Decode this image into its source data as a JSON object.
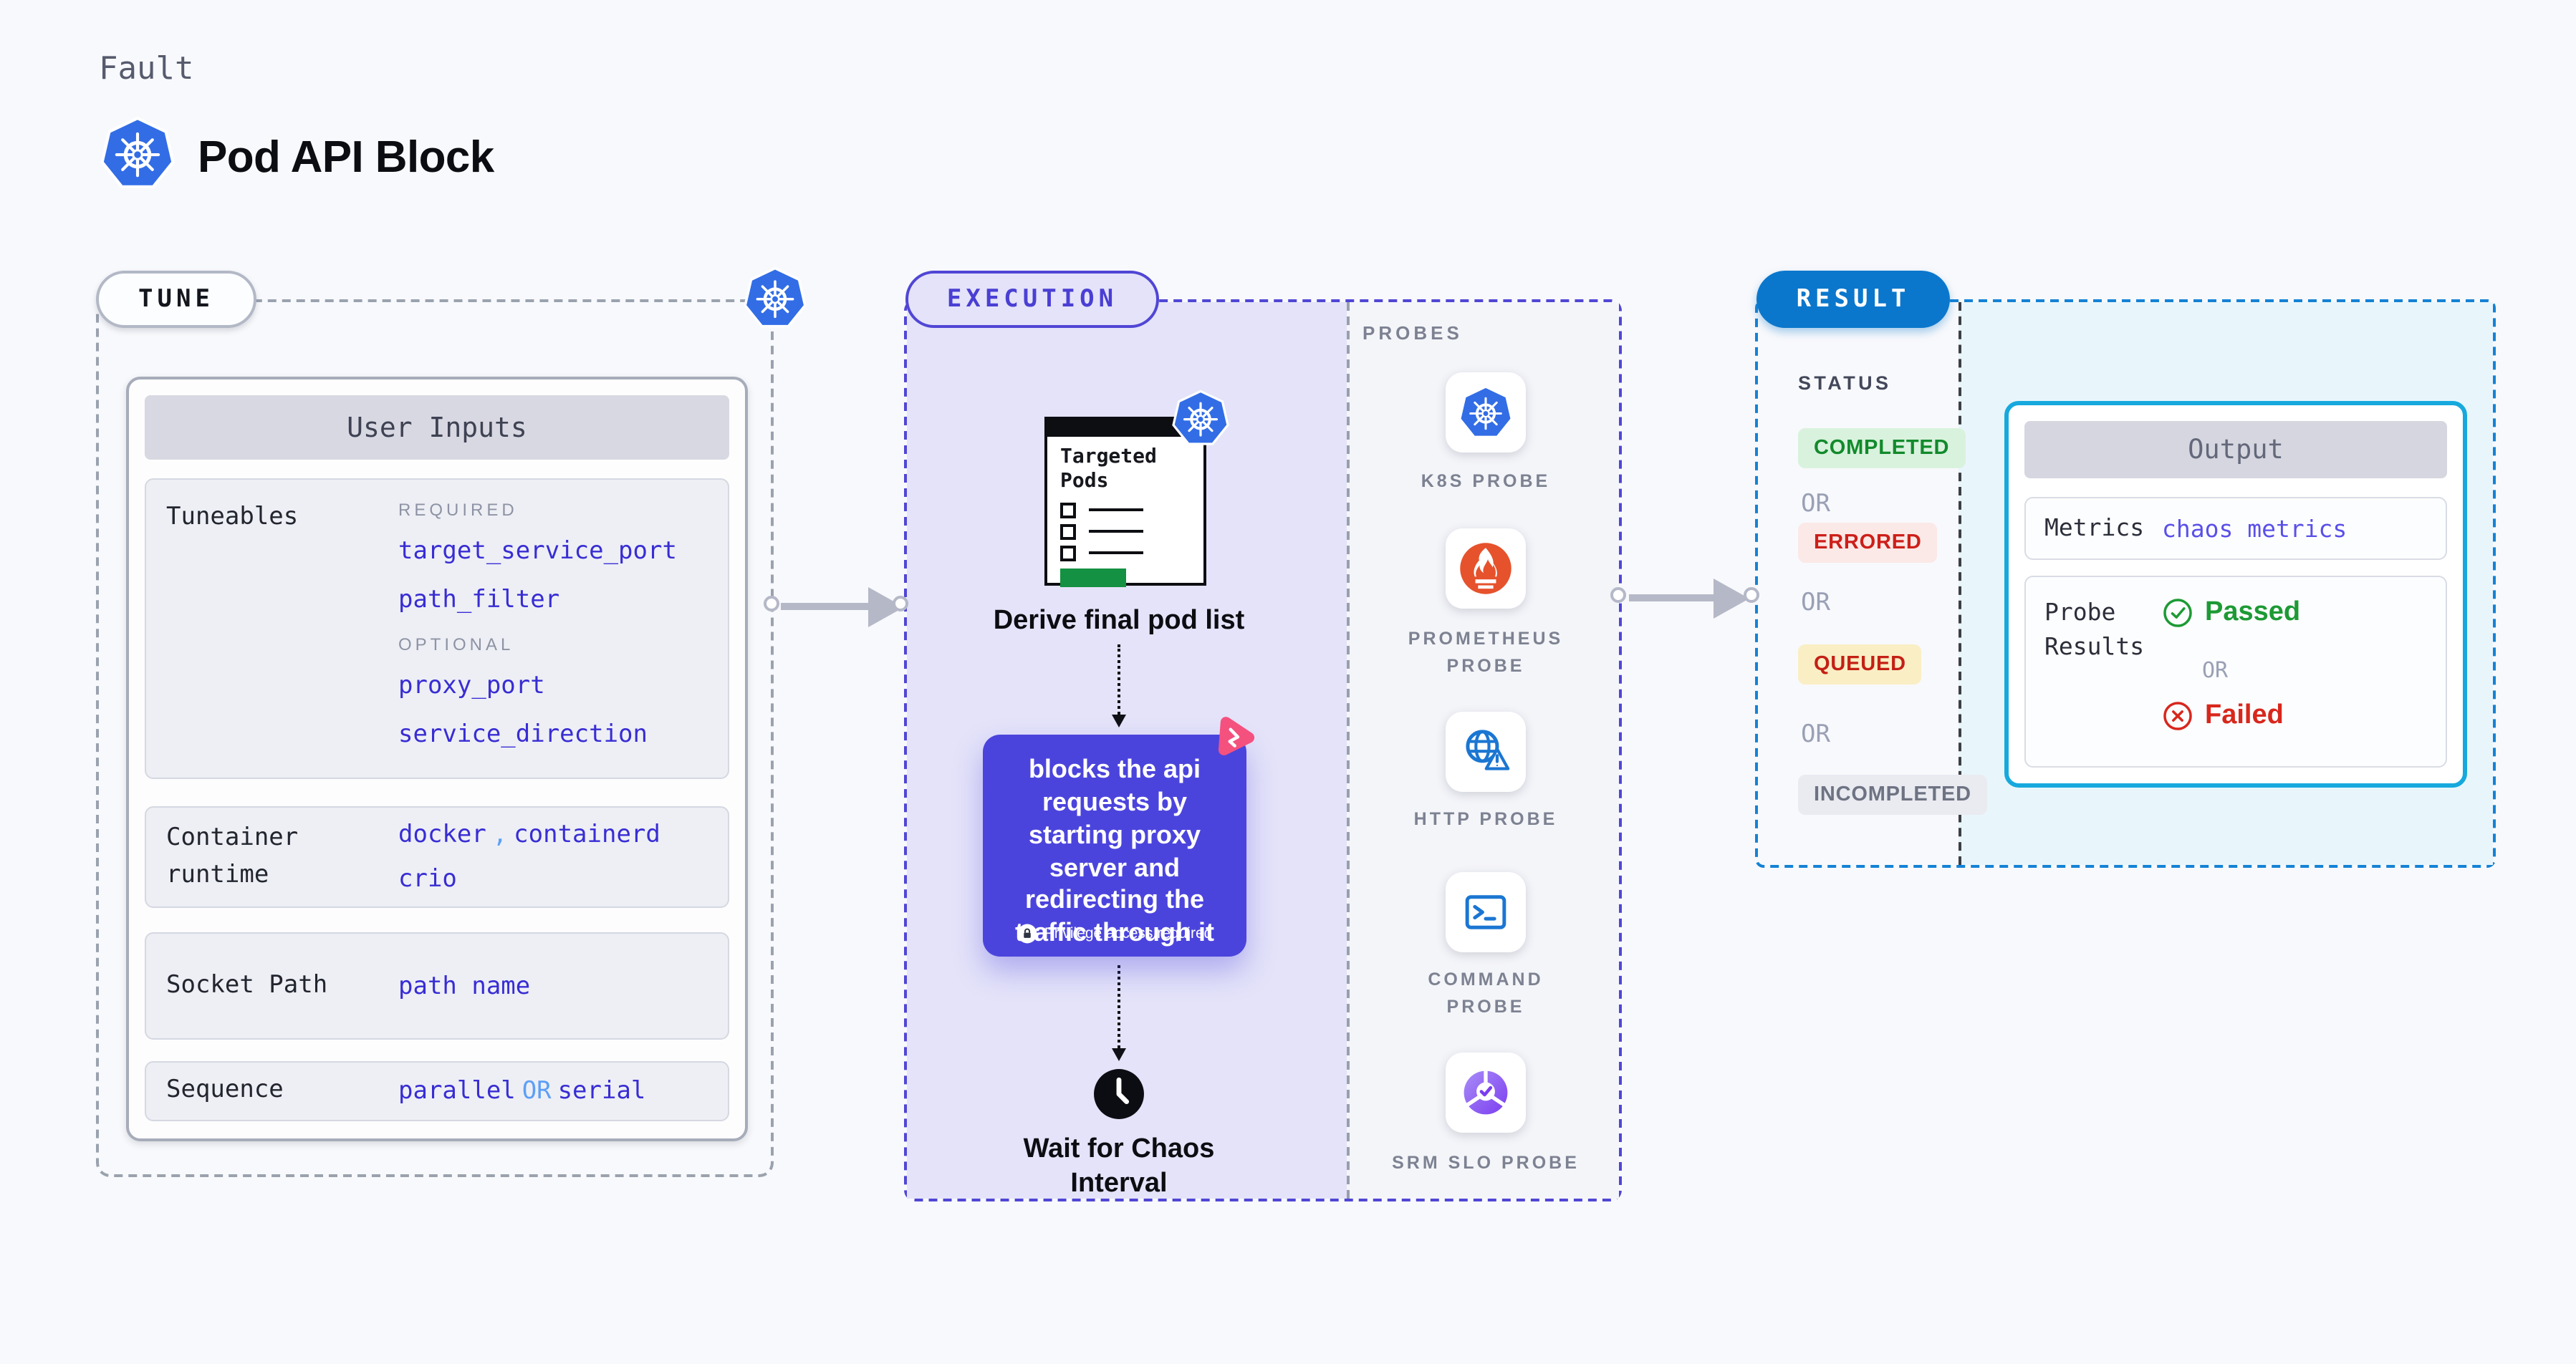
{
  "header": {
    "kicker": "Fault",
    "title": "Pod API Block"
  },
  "colors": {
    "k8s_blue": "#326de6",
    "accent_indigo": "#5046d5",
    "action_purple": "#4b44dc",
    "result_blue": "#0b77cc",
    "cyan_border": "#17a9dd",
    "param_blue": "#382dd3",
    "light_blue_accent": "#5d9ff5",
    "success_green": "#1d9a34",
    "error_red": "#d8271c",
    "prometheus_orange": "#e6522c",
    "pink_badge": "#f4517f",
    "pod_green_bar": "#149142"
  },
  "tune": {
    "badge": "TUNE",
    "card_title": "User Inputs",
    "tuneables_label": "Tuneables",
    "required_label": "REQUIRED",
    "required_params": [
      "target_service_port",
      "path_filter"
    ],
    "optional_label": "OPTIONAL",
    "optional_params": [
      "proxy_port",
      "service_direction"
    ],
    "container_runtime": {
      "label": "Container runtime",
      "value_1": "docker",
      "separator": ",",
      "value_2": "containerd",
      "value_3": "crio"
    },
    "socket_path": {
      "label": "Socket Path",
      "value": "path name"
    },
    "sequence": {
      "label": "Sequence",
      "value_1": "parallel",
      "or": "OR",
      "value_2": "serial"
    }
  },
  "execution": {
    "badge": "EXECUTION",
    "targeted_pods_title": "Targeted Pods",
    "derive_label": "Derive final pod list",
    "action_text": "blocks the api requests by starting proxy server and redirecting the traffic through it",
    "privilege_note": "Privilege access required",
    "wait_label": "Wait for Chaos Interval"
  },
  "probes": {
    "title": "PROBES",
    "items": [
      {
        "icon": "kubernetes-logo",
        "label": "K8S PROBE"
      },
      {
        "icon": "prometheus-logo",
        "label": "PROMETHEUS PROBE"
      },
      {
        "icon": "http-globe",
        "label": "HTTP PROBE"
      },
      {
        "icon": "command-terminal",
        "label": "COMMAND PROBE"
      },
      {
        "icon": "slo-donut-check",
        "label": "SRM SLO PROBE"
      }
    ]
  },
  "result": {
    "badge": "RESULT",
    "status_title": "STATUS",
    "or_label": "OR",
    "statuses": [
      {
        "label": "COMPLETED",
        "type": "success"
      },
      {
        "label": "ERRORED",
        "type": "error"
      },
      {
        "label": "QUEUED",
        "type": "warning"
      },
      {
        "label": "INCOMPLETED",
        "type": "neutral"
      }
    ],
    "output": {
      "title": "Output",
      "metrics_label": "Metrics",
      "metrics_value": "chaos metrics",
      "probe_results_label": "Probe Results",
      "passed_label": "Passed",
      "failed_label": "Failed"
    }
  }
}
